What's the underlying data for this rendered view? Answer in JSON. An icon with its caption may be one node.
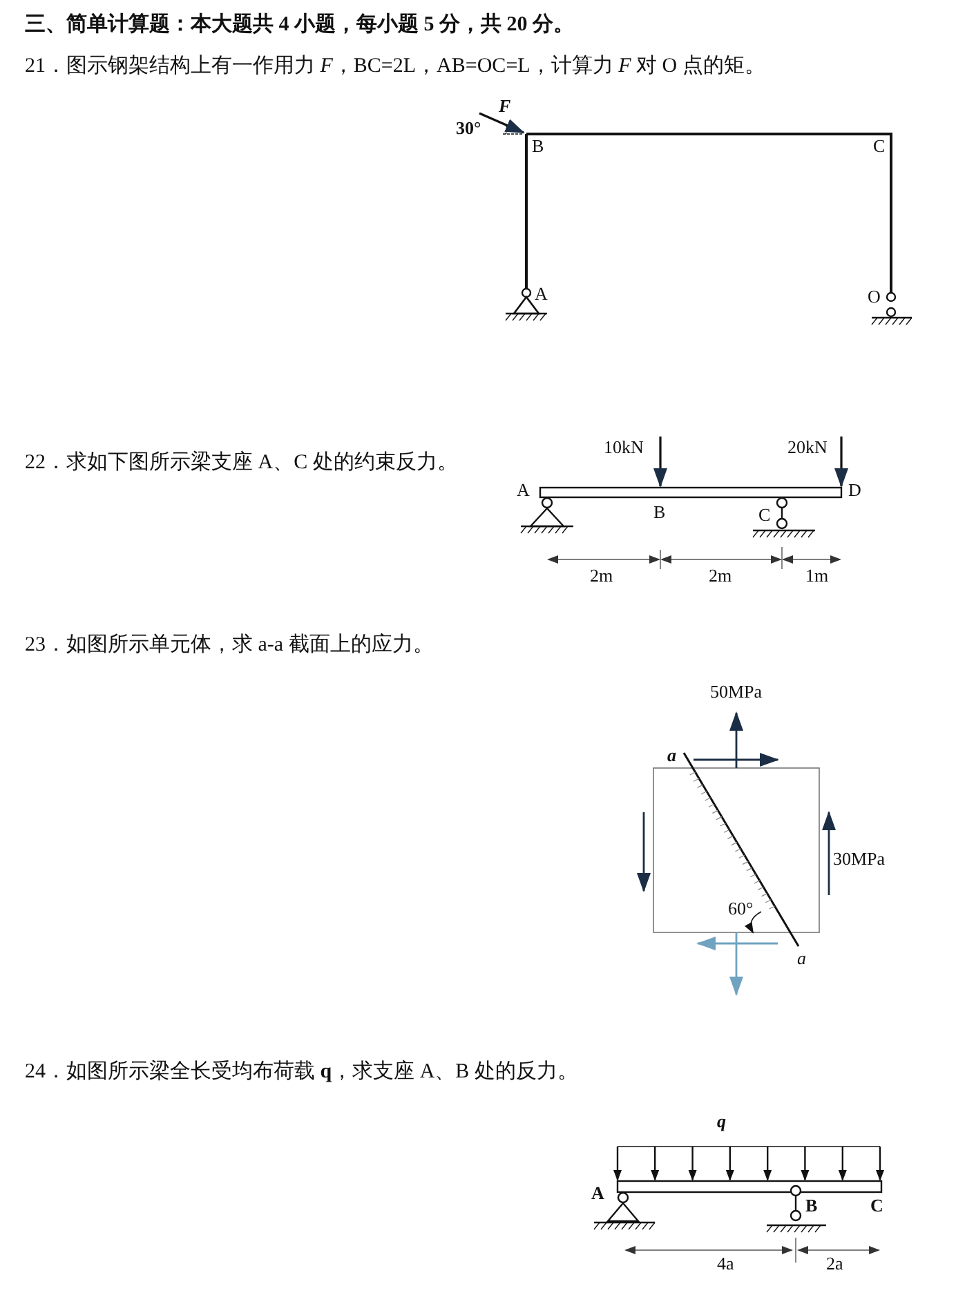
{
  "diagram": {
    "labels": [
      "三、简单计算题：本大题共 4 小题，每小题 5 分，共 20 分。",
      "21．图示钢架结构上有一作用力 *F*，BC=2L，AB=OC=L，计算力 *F* 对 O 点的矩。",
      "F",
      "30°",
      "B",
      "C",
      "A",
      "O",
      "22．求如下图所示梁支座 A、C 处的约束反力。",
      "10kN",
      "20kN",
      "A",
      "D",
      "B",
      "C",
      "2m",
      "2m",
      "1m",
      "23．如图所示单元体，求 a-a 截面上的应力。",
      "50MPa",
      "a",
      "30MPa",
      "60°",
      "a",
      "24．如图所示梁全长受均布荷载 **q**，求支座 A、B 处的反力。",
      "q",
      "A",
      "B",
      "C",
      "4a",
      "2a"
    ]
  }
}
